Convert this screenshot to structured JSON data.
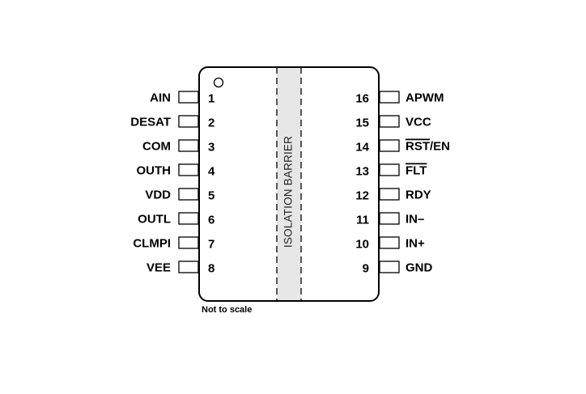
{
  "package": {
    "barrier_label": "ISOLATION BARRIER",
    "note": "Not to scale"
  },
  "left_pins": [
    {
      "num": "1",
      "name": "AIN"
    },
    {
      "num": "2",
      "name": "DESAT"
    },
    {
      "num": "3",
      "name": "COM"
    },
    {
      "num": "4",
      "name": "OUTH"
    },
    {
      "num": "5",
      "name": "VDD"
    },
    {
      "num": "6",
      "name": "OUTL"
    },
    {
      "num": "7",
      "name": "CLMPI"
    },
    {
      "num": "8",
      "name": "VEE"
    }
  ],
  "right_pins": [
    {
      "num": "16",
      "name": "APWM"
    },
    {
      "num": "15",
      "name": "VCC"
    },
    {
      "num": "14",
      "name": "RST",
      "suffix": "/EN",
      "overbar": true
    },
    {
      "num": "13",
      "name": "FLT",
      "suffix": "",
      "overbar": true
    },
    {
      "num": "12",
      "name": "RDY"
    },
    {
      "num": "11",
      "name": "IN–"
    },
    {
      "num": "10",
      "name": "IN+"
    },
    {
      "num": "9",
      "name": "GND"
    }
  ]
}
